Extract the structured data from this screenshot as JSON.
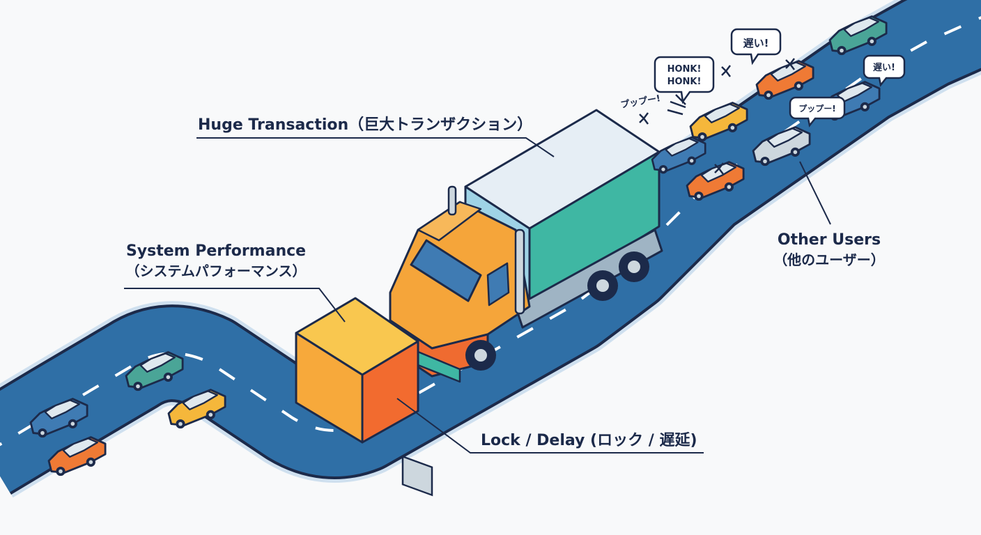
{
  "labels": {
    "huge_transaction": "Huge Transaction（巨大トランザクション）",
    "system_performance_en": "System Performance",
    "system_performance_ja": "（システムパフォーマンス）",
    "lock_delay": "Lock / Delay (ロック / 遅延)",
    "other_users_en": "Other Users",
    "other_users_ja": "（他のユーザー）"
  },
  "bubbles": {
    "honk_line1": "HONK!",
    "honk_line2": "HONK!",
    "slow_top": "遅い!",
    "slow_right": "遅い!",
    "puppu_bubble": "プップー!",
    "puppu_free": "プップー!"
  },
  "colors": {
    "road": "#2f6fa6",
    "road_edge": "#cfe0ef",
    "outline": "#1c2a4a",
    "box_front": "#f7a93b",
    "box_side": "#f26b2f",
    "truck_cab": "#f5a53a",
    "trailer_side": "#3fb7a3",
    "trailer_top": "#e6eef5",
    "car_teal": "#4aa597",
    "car_blue": "#3f7bb3",
    "car_orange": "#ef7a35",
    "car_yellow": "#f5b73b",
    "car_gray": "#cdd7de"
  }
}
